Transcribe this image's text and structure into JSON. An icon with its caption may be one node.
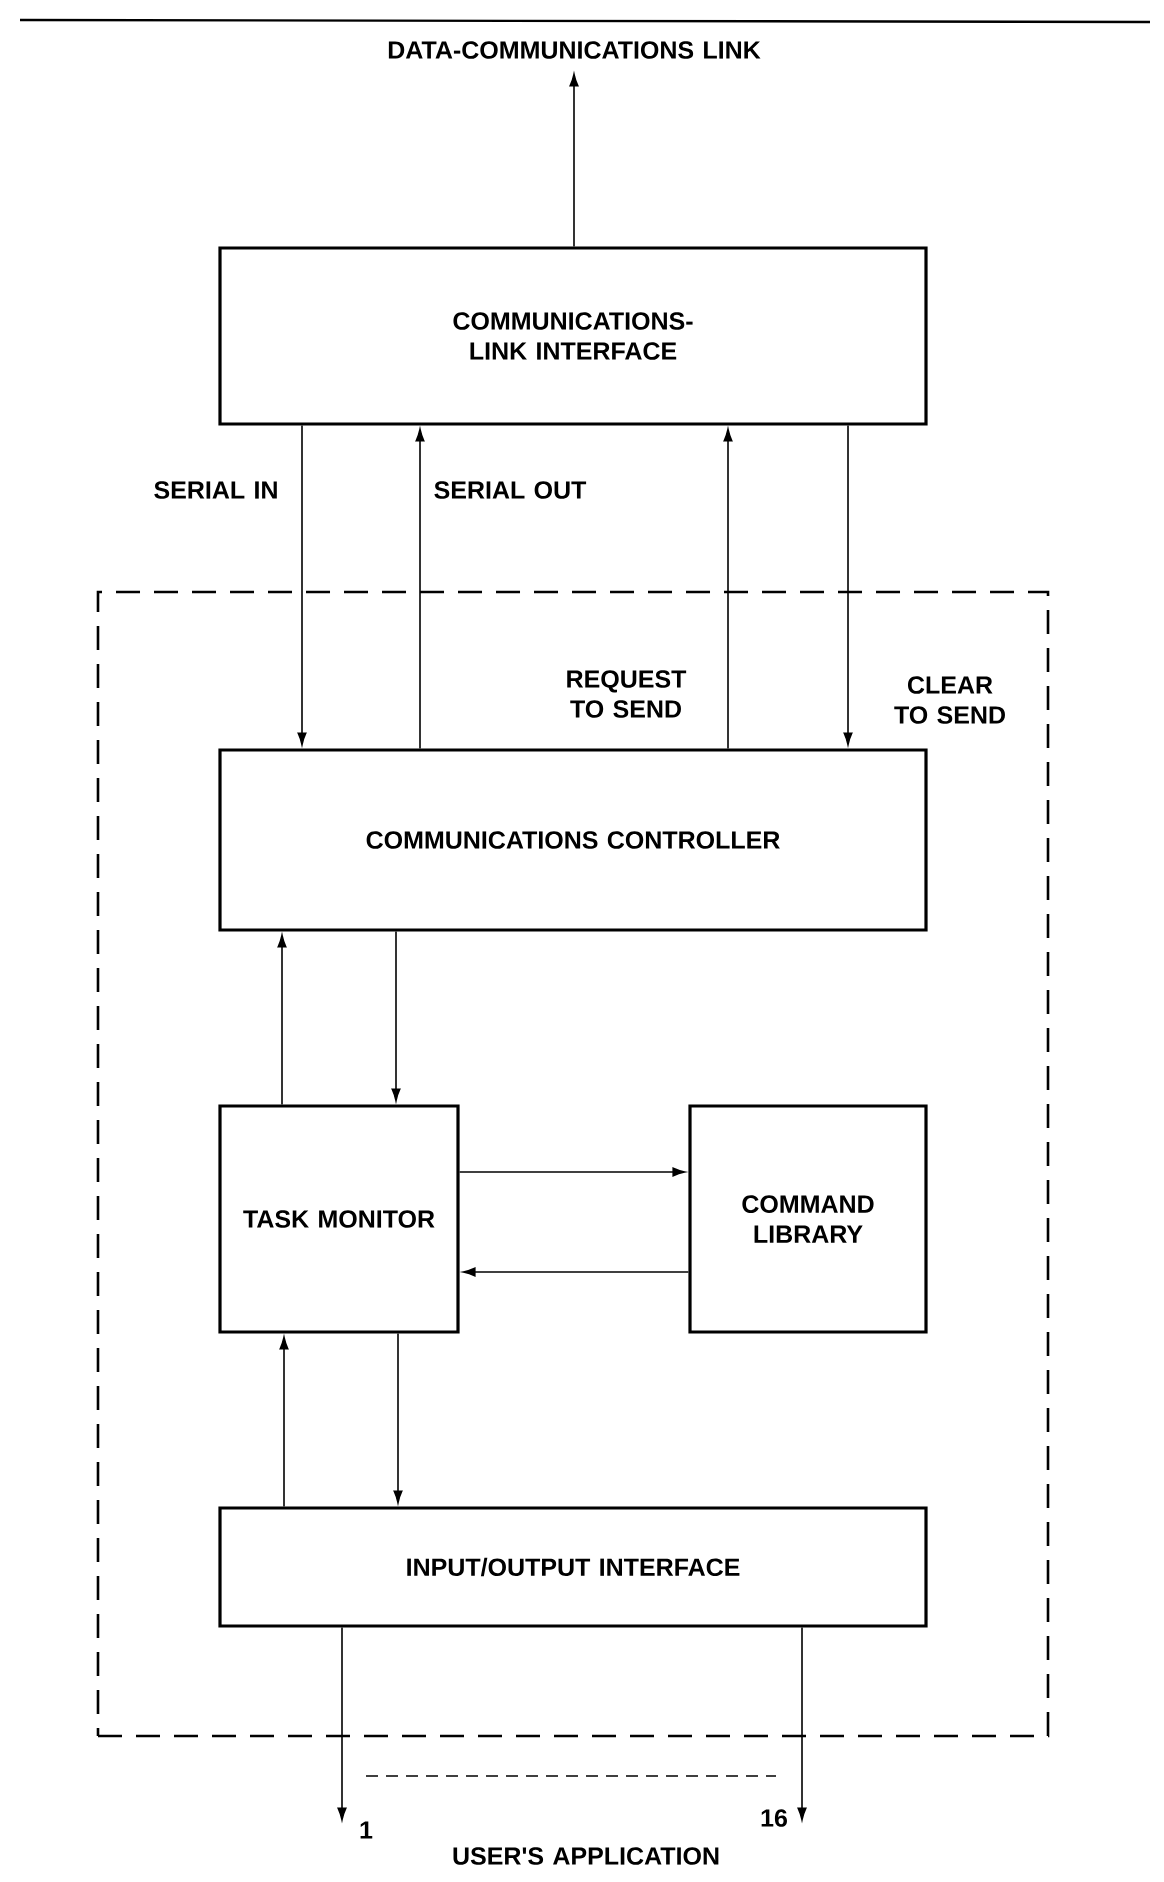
{
  "diagram": {
    "nodes": [
      {
        "text": [
          "DATA-COMMUNICATIONS LINK"
        ]
      },
      {
        "text": [
          "COMMUNICATIONS- LINK INTERFACE"
        ]
      },
      {
        "text": [],
        "shape": "box"
      },
      {
        "text": [
          "COMMUNICATIONS CONTROLLER"
        ],
        "in": 2
      },
      {
        "text": [
          "TASK MONITOR"
        ],
        "in": 2
      },
      {
        "text": [
          "COMMAND LIBRARY"
        ],
        "in": 2
      },
      {
        "text": [
          "INPUT/OUTPUT INTERFACE"
        ],
        "in": 2
      },
      {
        "text": [
          "USER'S APPLICATION"
        ]
      }
    ],
    "edges": [
      {
        "from": 1,
        "to": 0,
        "arrow": "to"
      },
      {
        "from": 1,
        "to": 3,
        "arrow": "to",
        "label": "SERIAL IN"
      },
      {
        "from": 3,
        "to": 1,
        "arrow": "to",
        "label": "SERIAL OUT"
      },
      {
        "from": 3,
        "to": 1,
        "arrow": "to",
        "label": "REQUEST TO SEND"
      },
      {
        "from": 1,
        "to": 3,
        "arrow": "to",
        "label": "CLEAR TO SEND"
      },
      {
        "from": 4,
        "to": 3,
        "arrow": "to"
      },
      {
        "from": 3,
        "to": 4,
        "arrow": "to"
      },
      {
        "from": 4,
        "to": 5,
        "arrow": "to"
      },
      {
        "from": 5,
        "to": 4,
        "arrow": "to"
      },
      {
        "from": 6,
        "to": 4,
        "arrow": "to"
      },
      {
        "from": 4,
        "to": 6,
        "arrow": "to"
      },
      {
        "from": 6,
        "to": 7,
        "arrow": "to",
        "label": "1"
      },
      {
        "from": 6,
        "to": 7,
        "arrow": "to",
        "label": "16"
      }
    ]
  }
}
